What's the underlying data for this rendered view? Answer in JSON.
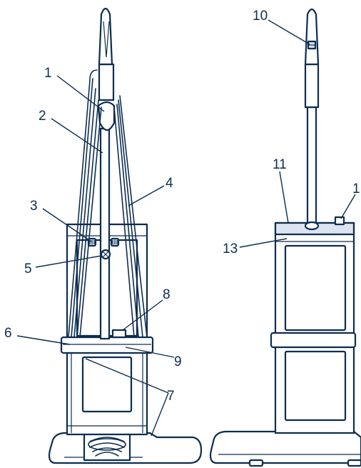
{
  "colors": {
    "stroke": "#0d2d4f",
    "panel_fill": "#dce4ef",
    "background": "#ffffff"
  },
  "callouts": [
    "1",
    "2",
    "3",
    "4",
    "5",
    "6",
    "7",
    "8",
    "9",
    "10",
    "11",
    "1",
    "13"
  ]
}
